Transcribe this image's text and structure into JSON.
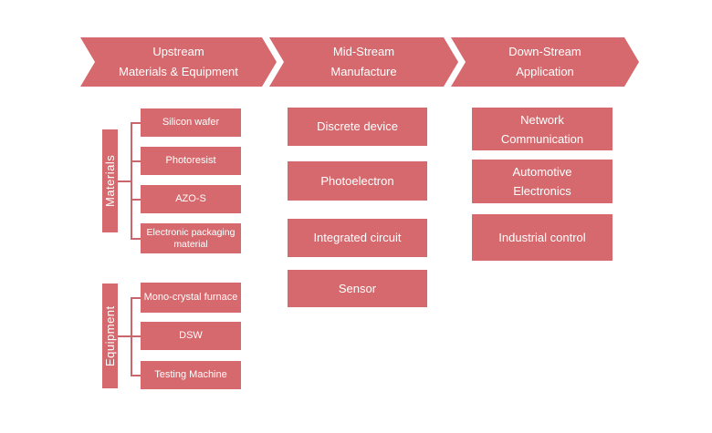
{
  "colors": {
    "accent": "#d5696d",
    "text": "#ffffff",
    "connector": "#c9666c",
    "background": "#ffffff"
  },
  "process_arrows": [
    {
      "line1": "Upstream",
      "line2": "Materials & Equipment"
    },
    {
      "line1": "Mid-Stream",
      "line2": "Manufacture"
    },
    {
      "line1": "Down-Stream",
      "line2": "Application"
    }
  ],
  "upstream": {
    "materials": {
      "label": "Materials",
      "items": [
        "Silicon wafer",
        "Photoresist",
        "AZO-S",
        "Electronic packaging material"
      ]
    },
    "equipment": {
      "label": "Equipment",
      "items": [
        "Mono-crystal furnace",
        "DSW",
        "Testing Machine"
      ]
    }
  },
  "midstream": {
    "items": [
      "Discrete device",
      "Photoelectron",
      "Integrated circuit",
      "Sensor"
    ]
  },
  "downstream": {
    "items": [
      "Network Communication",
      "Automotive Electronics",
      "Industrial control"
    ]
  }
}
